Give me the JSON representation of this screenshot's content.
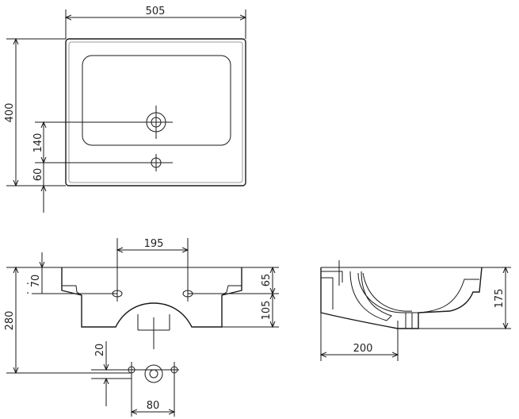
{
  "top_view": {
    "dims": {
      "width": "505",
      "height": "400",
      "drain_offset": "140",
      "edge_offset": "60"
    }
  },
  "front_view": {
    "dims": {
      "hole_spacing": "195",
      "hole_height_left": "70",
      "hole_height_right": "65",
      "bowl_depth": "105",
      "total_height": "280",
      "fixing_offset": "20",
      "fixing_spacing": "80"
    }
  },
  "side_view": {
    "dims": {
      "height": "175",
      "depth": "200"
    }
  }
}
